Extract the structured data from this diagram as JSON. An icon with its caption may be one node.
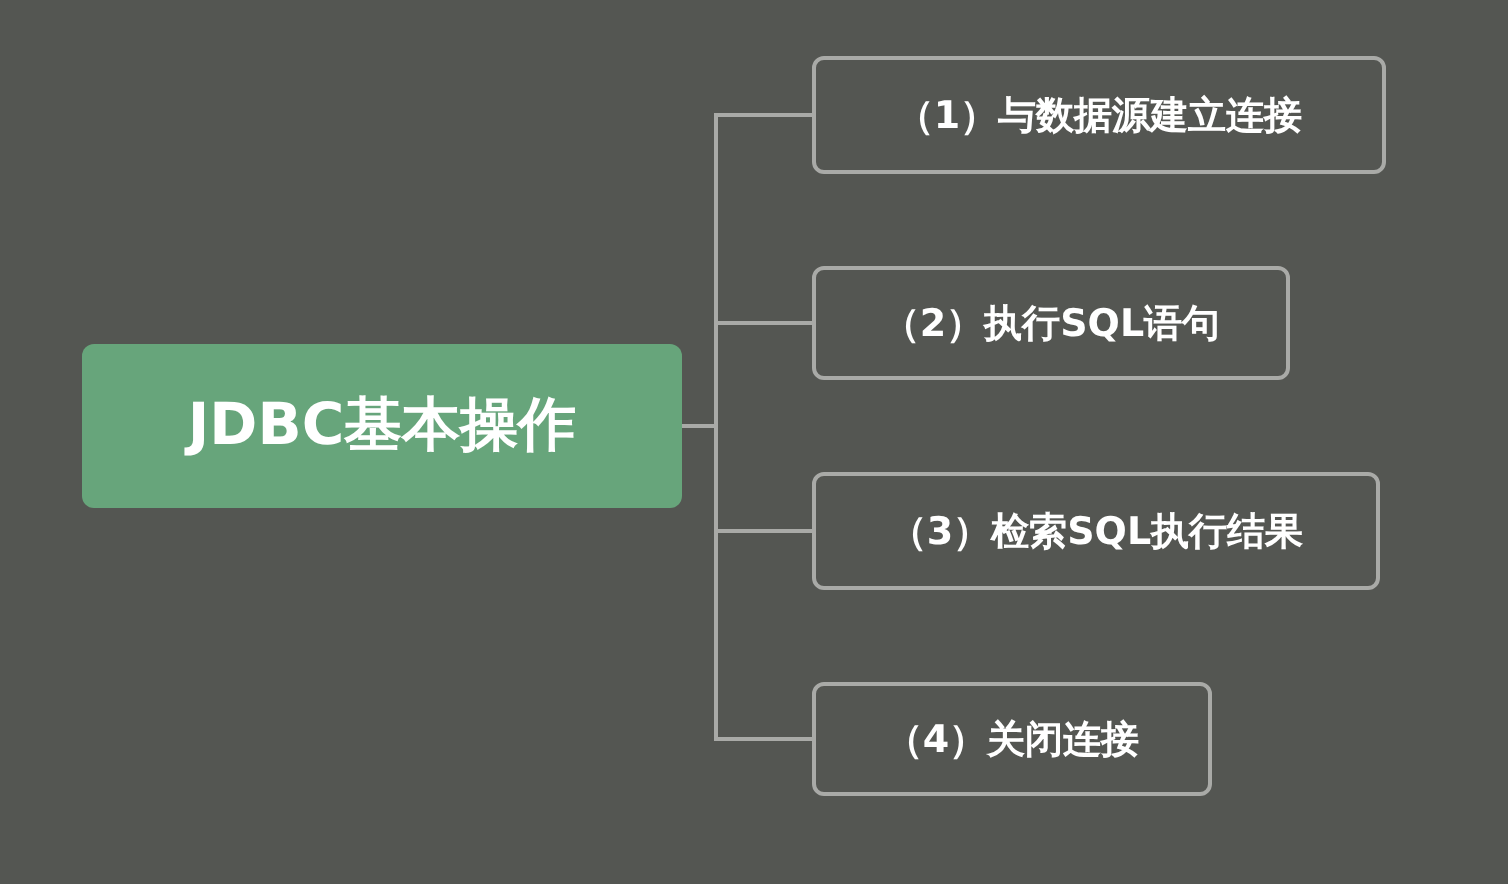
{
  "diagram": {
    "nodes": [
      {
        "text": [
          "JDBC基本操作"
        ]
      },
      {
        "text": [
          "（1）与数据源建立连接"
        ]
      },
      {
        "text": [
          "（2）执行SQL语句"
        ]
      },
      {
        "text": [
          "（3）检索SQL执行结果"
        ]
      },
      {
        "text": [
          "（4）关闭连接"
        ]
      }
    ],
    "edges": [
      {
        "from": 0,
        "to": 1,
        "arrow": "none"
      },
      {
        "from": 0,
        "to": 2,
        "arrow": "none"
      },
      {
        "from": 0,
        "to": 3,
        "arrow": "none"
      },
      {
        "from": 0,
        "to": 4,
        "arrow": "none"
      }
    ]
  }
}
